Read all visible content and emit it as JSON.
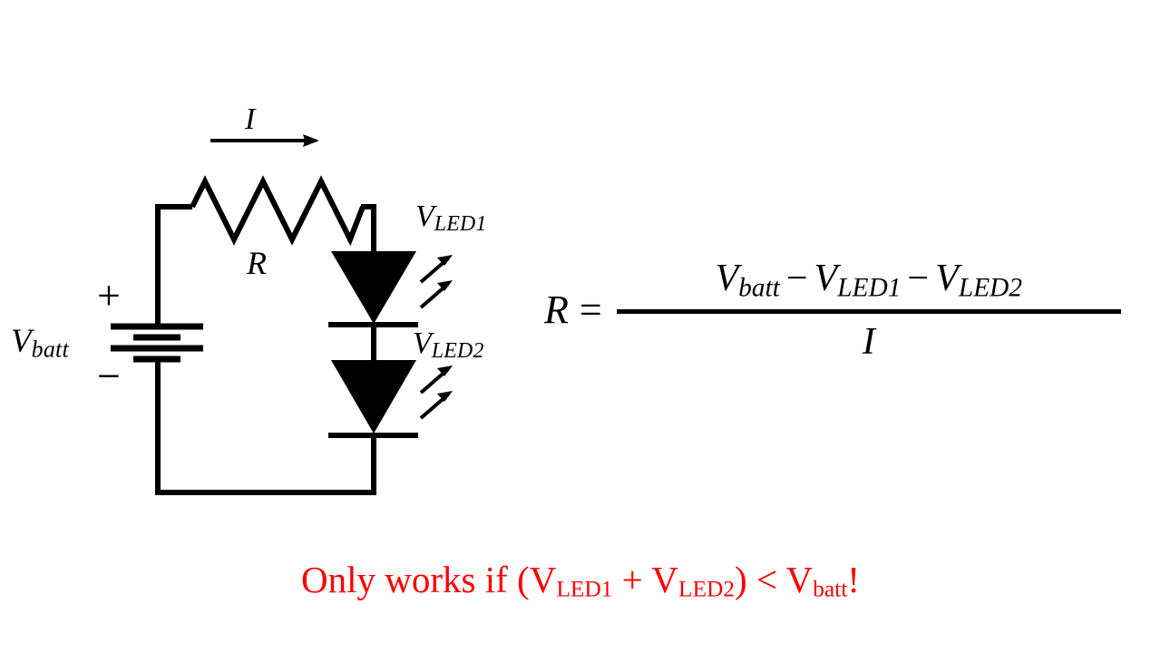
{
  "diagram": {
    "title": "LED series circuit with current limiting resistor",
    "colors": {
      "wire": "#000000",
      "background": "#ffffff",
      "caption": "#FF0000"
    },
    "labels": {
      "v_batt": "V",
      "v_batt_sub": "batt",
      "v_led1": "V",
      "v_led1_sub": "LED1",
      "v_led2": "V",
      "v_led2_sub": "LED2",
      "resistor": "R",
      "current": "I",
      "plus_sign": "+",
      "minus_sign": "−"
    },
    "components": {
      "battery_name": "battery",
      "resistor_name": "resistor",
      "led1_name": "led-1",
      "led2_name": "led-2",
      "current_arrow_name": "current-direction-arrow"
    }
  },
  "equation": {
    "lhs": "R",
    "equals": "=",
    "numerator": {
      "term1": "V",
      "term1_sub": "batt",
      "op1": "−",
      "term2": "V",
      "term2_sub": "LED1",
      "op2": "−",
      "term3": "V",
      "term3_sub": "LED2"
    },
    "denominator": "I"
  },
  "caption": {
    "prefix": "Only works if (V",
    "sub1": "LED1",
    "mid": " + V",
    "sub2": "LED2",
    "suffix": ") < V",
    "sub3": "batt",
    "end": "!",
    "color": "#FF0000"
  }
}
